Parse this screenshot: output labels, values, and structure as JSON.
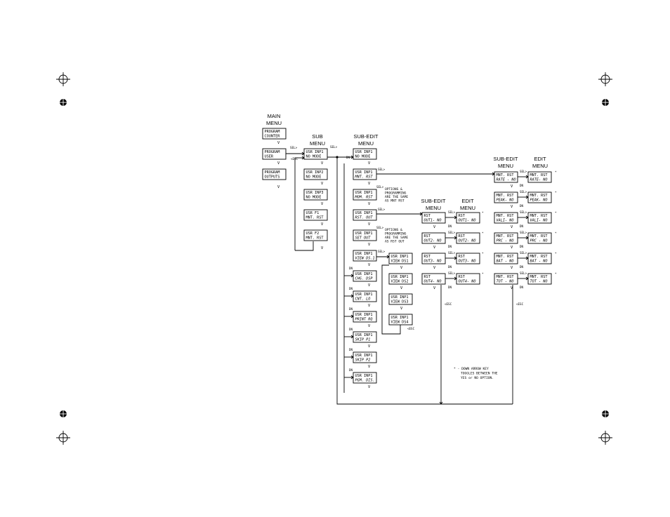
{
  "headers": {
    "main_menu": [
      "MAIN",
      "MENU"
    ],
    "sub_menu": [
      "SUB",
      "MENU"
    ],
    "sub_edit_1": [
      "SUB-EDIT",
      "MENU"
    ],
    "sub_edit_2": [
      "SUB-EDIT",
      "MENU"
    ],
    "edit_2": [
      "EDIT",
      "MENU"
    ],
    "sub_edit_3": [
      "SUB-EDIT",
      "MENU"
    ],
    "edit_3": [
      "EDIT",
      "MENU"
    ]
  },
  "main_menu": [
    [
      "PROGRAM",
      "COUNTER"
    ],
    [
      "PROGRAM",
      "USER"
    ],
    [
      "PROGRAM",
      "OUTPUTS"
    ]
  ],
  "sub_menu": [
    [
      "USR INP1",
      "NO MODE"
    ],
    [
      "USR INP2",
      "NO MODE"
    ],
    [
      "USR INP3",
      "NO MODE"
    ],
    [
      "USR  F1",
      "MNT. RST"
    ],
    [
      "USR  F2",
      "MNT. RST"
    ]
  ],
  "sub_edit_col": [
    [
      "USR INP1",
      "NO MODE"
    ],
    [
      "USR INP1",
      "MNT. RST"
    ],
    [
      "USR INP1",
      "MOM. RST"
    ],
    [
      "USR INP1",
      "RST. OUT"
    ],
    [
      "USR INP1",
      "SET OUT"
    ],
    [
      "USR INP1",
      "VIEW DS.1"
    ],
    [
      "USR INP1",
      "CHG. DSP"
    ],
    [
      "USR INP1",
      "CNT. LO"
    ],
    [
      "USR INP1",
      "PRINT RQ"
    ],
    [
      "USR INP1",
      "SKIP P1"
    ],
    [
      "USR INP1",
      "SKIP P2"
    ],
    [
      "USR INP1",
      "PGM. DIS."
    ]
  ],
  "view_col": [
    [
      "USR INP1",
      "VIEW DS1"
    ],
    [
      "USR INP1",
      "VIEW DS2"
    ],
    [
      "USR INP1",
      "VIEW DS3"
    ],
    [
      "USR INP1",
      "VIEW DS4"
    ]
  ],
  "rst_sub": [
    [
      "RST",
      "OUT1- NO"
    ],
    [
      "RST",
      "OUT2- NO"
    ],
    [
      "RST",
      "OUT3- NO"
    ],
    [
      "RST",
      "OUT4- NO"
    ]
  ],
  "rst_edit": [
    [
      "RST",
      "OUT1- NO"
    ],
    [
      "RST",
      "OUT2- NO"
    ],
    [
      "RST",
      "OUT3- NO"
    ],
    [
      "RST",
      "OUT4- NO"
    ]
  ],
  "mnt_sub": [
    [
      "MNT. RST",
      "RATE - NO"
    ],
    [
      "MNT. RST",
      "PEAK- NO"
    ],
    [
      "MNT. RST",
      "VALI- NO"
    ],
    [
      "MNT. RST",
      "PRC - NO"
    ],
    [
      "MNT. RST",
      "BAT - NO"
    ],
    [
      "MNT. RST",
      "TOT - NO"
    ]
  ],
  "mnt_edit": [
    [
      "MNT. RST",
      "RATE- NO"
    ],
    [
      "MNT. RST",
      "PEAK- NO"
    ],
    [
      "MNT. RST",
      "VALI- NO"
    ],
    [
      "MNT. RST",
      "PRC - NO"
    ],
    [
      "MNT. RST",
      "BAT - NO"
    ],
    [
      "MNT. RST",
      "TOT - NO"
    ]
  ],
  "notes": {
    "mom": [
      "OPTIONS &",
      "PROGRAMMING",
      "ARE THE SAME",
      "AS MNT RST"
    ],
    "set": [
      "OPTIONS &",
      "PROGRAMMING",
      "ARE THE SAME",
      "AS RST OUT"
    ],
    "footnote": [
      "* - DOWN ARROW KEY",
      "TOGGLES BETWEEN THE",
      "YES or NO OPTION."
    ]
  },
  "labels": {
    "sel": "SEL",
    "esc": "ESC",
    "dn": "DN",
    "down_arrow": "V",
    "asterisk": "*"
  }
}
